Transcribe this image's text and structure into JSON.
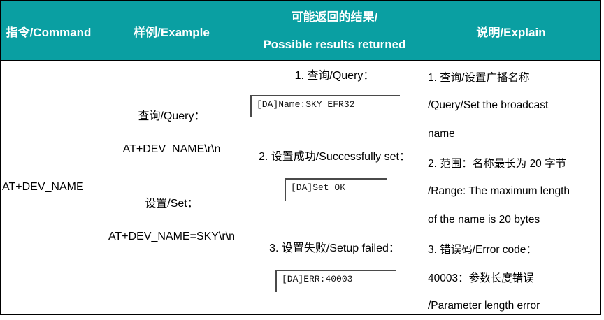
{
  "header": {
    "command": "指令/Command",
    "example": "样例/Example",
    "results_line1": "可能返回的结果/",
    "results_line2": "Possible results returned",
    "explain": "说明/Explain"
  },
  "row": {
    "command": "AT+DEV_NAME",
    "example": {
      "query_label": "查询/Query：",
      "query_command": "AT+DEV_NAME\\r\\n",
      "set_label": "设置/Set：",
      "set_command": "AT+DEV_NAME=SKY\\r\\n"
    },
    "results": [
      {
        "label": "1. 查询/Query：",
        "terminal": "[DA]Name:SKY_EFR32"
      },
      {
        "label": "2. 设置成功/Successfully set：",
        "terminal": "[DA]Set OK"
      },
      {
        "label": "3. 设置失败/Setup failed：",
        "terminal": "[DA]ERR:40003"
      }
    ],
    "explain_lines": [
      "1. 查询/设置广播名称",
      "/Query/Set the broadcast",
      "name",
      "2. 范围：名称最长为 20 字节",
      "/Range: The maximum length",
      "of the name is 20 bytes",
      "3. 错误码/Error code：",
      "40003：参数长度错误",
      "/Parameter length error"
    ]
  },
  "colors": {
    "header_bg": "#0a9fa2",
    "header_text": "#ffffff",
    "border": "#000000",
    "terminal_frame": "#4a4a4a"
  }
}
